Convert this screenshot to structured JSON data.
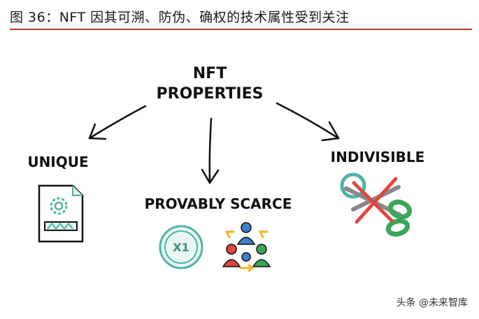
{
  "figure_title": "图 36：NFT 因其可溯、防伪、确权的技术属性受到关注",
  "diagram": {
    "center_line1": "NFT",
    "center_line2": "PROPERTIES",
    "unique_label": "UNIQUE",
    "scarce_label": "PROVABLY SCARCE",
    "indivisible_label": "INDIVISIBLE",
    "coin_label": "X1"
  },
  "watermark": "头条 @未来智库",
  "colors": {
    "teal": "#4fb3a6",
    "red": "#e0463f",
    "green": "#3aa657",
    "blue": "#3c7fd1",
    "yellow": "#f1b62b"
  }
}
